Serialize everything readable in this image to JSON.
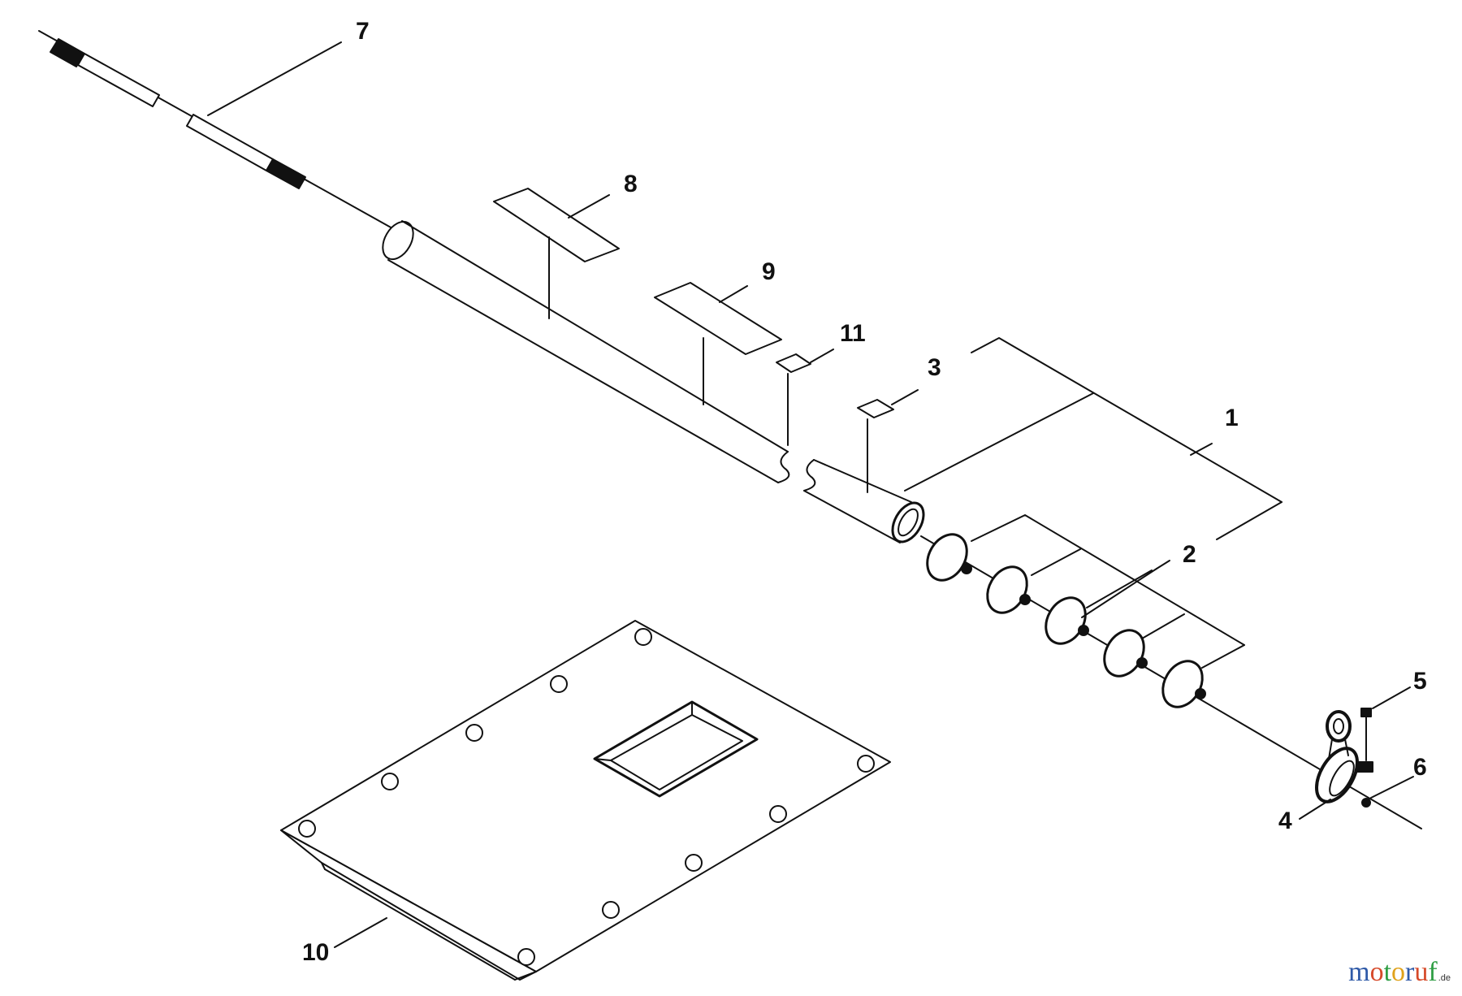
{
  "callouts": {
    "c1": "1",
    "c2": "2",
    "c3": "3",
    "c4": "4",
    "c5": "5",
    "c6": "6",
    "c7": "7",
    "c8": "8",
    "c9": "9",
    "c10": "10",
    "c11": "11"
  },
  "watermark": {
    "letters": [
      "m",
      "o",
      "t",
      "o",
      "r",
      "u",
      "f"
    ],
    "suffix": ".de",
    "colors": [
      "#2f5aa8",
      "#d64a2a",
      "#2f9e44",
      "#e0a21a",
      "#2f5aa8",
      "#d64a2a",
      "#2f9e44"
    ]
  }
}
